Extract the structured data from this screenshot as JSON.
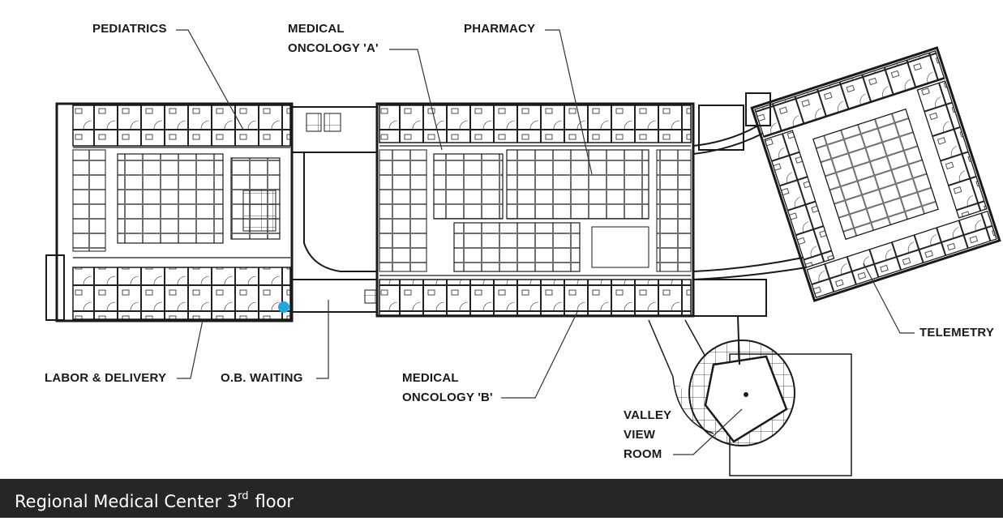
{
  "map": {
    "labels": {
      "pediatrics": "PEDIATRICS",
      "medical_oncology_a_line1": "MEDICAL",
      "medical_oncology_a_line2": "ONCOLOGY 'A'",
      "pharmacy": "PHARMACY",
      "labor_delivery": "LABOR & DELIVERY",
      "ob_waiting": "O.B. WAITING",
      "medical_oncology_b_line1": "MEDICAL",
      "medical_oncology_b_line2": "ONCOLOGY 'B'",
      "telemetry": "TELEMETRY",
      "valley_view_line1": "VALLEY",
      "valley_view_line2": "VIEW",
      "valley_view_line3": "ROOM"
    },
    "marker_color": "#1ea7e1",
    "wall_color": "#1a1a1a"
  },
  "caption": {
    "prefix": "Regional Medical Center 3",
    "superscript": "rd",
    "suffix": "floor"
  }
}
